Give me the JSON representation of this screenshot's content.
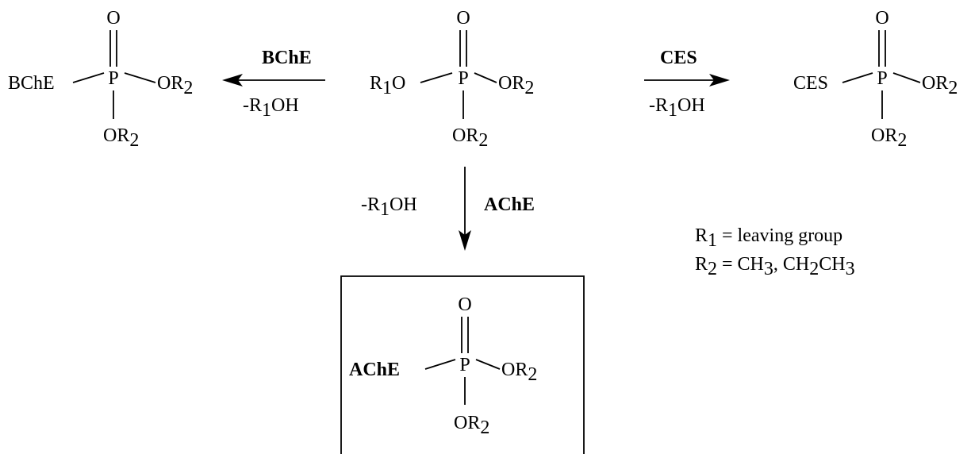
{
  "reaction_scheme": {
    "substrate": {
      "oxygen": "O",
      "phosphorus": "P",
      "left_group_base": "R",
      "left_group_sub": "1",
      "left_group_tail": "O",
      "right_group_base": "OR",
      "right_group_sub": "2",
      "bottom_group_base": "OR",
      "bottom_group_sub": "2"
    },
    "bche_product": {
      "oxygen": "O",
      "phosphorus": "P",
      "enzyme": "BChE",
      "right_group_base": "OR",
      "right_group_sub": "2",
      "bottom_group_base": "OR",
      "bottom_group_sub": "2"
    },
    "ces_product": {
      "oxygen": "O",
      "phosphorus": "P",
      "enzyme": "CES",
      "right_group_base": "OR",
      "right_group_sub": "2",
      "bottom_group_base": "OR",
      "bottom_group_sub": "2"
    },
    "ache_product": {
      "oxygen": "O",
      "phosphorus": "P",
      "enzyme": "AChE",
      "right_group_base": "OR",
      "right_group_sub": "2",
      "bottom_group_base": "OR",
      "bottom_group_sub": "2"
    },
    "arrow_bche": {
      "enzyme": "BChE",
      "byproduct_prefix": "-R",
      "byproduct_sub": "1",
      "byproduct_tail": "OH"
    },
    "arrow_ces": {
      "enzyme": "CES",
      "byproduct_prefix": "-R",
      "byproduct_sub": "1",
      "byproduct_tail": "OH"
    },
    "arrow_ache": {
      "enzyme": "AChE",
      "byproduct_prefix": "-R",
      "byproduct_sub": "1",
      "byproduct_tail": "OH"
    },
    "legend": {
      "r1_base": "R",
      "r1_sub": "1",
      "r1_text": " = leaving group",
      "r2_base": "R",
      "r2_sub": "2",
      "r2_text_a": " = CH",
      "r2_sub_a": "3",
      "r2_text_b": ", CH",
      "r2_sub_b": "2",
      "r2_text_c": "CH",
      "r2_sub_c": "3"
    }
  }
}
